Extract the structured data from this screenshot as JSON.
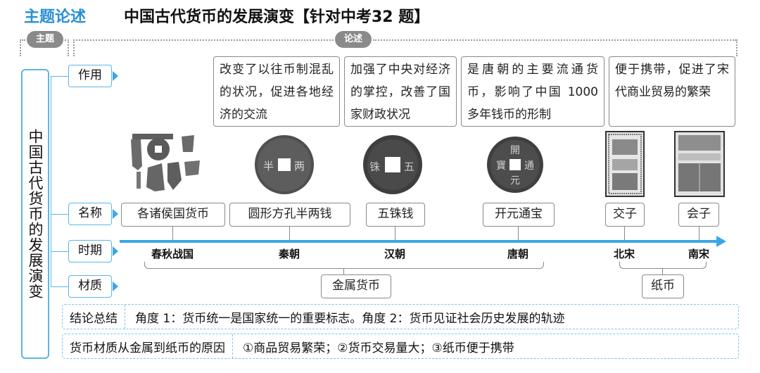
{
  "header": {
    "label": "主题论述",
    "title": "中国古代货币的发展演变【针对中考32 题】"
  },
  "badges": {
    "theme": "主题",
    "argument": "论述"
  },
  "theme": {
    "text": "中国古代货币的发展演变"
  },
  "rows": {
    "function": "作用",
    "name": "名称",
    "period": "时期",
    "material": "材质"
  },
  "functions": [
    "改变了以往币制混乱的状况，促进各地经济的交流",
    "加强了中央对经济的掌控，改善了国家财政状况",
    "是唐朝的主要流通货币，影响了中国 1000 多年钱币的形制",
    "便于携带，促进了宋代商业贸易的繁荣"
  ],
  "names": [
    "各诸侯国货币",
    "圆形方孔半两钱",
    "五铢钱",
    "开元通宝",
    "交子",
    "会子"
  ],
  "periods": [
    "春秋战国",
    "秦朝",
    "汉朝",
    "唐朝",
    "北宋",
    "南宋"
  ],
  "materials": {
    "metal": "金属货币",
    "paper": "纸币"
  },
  "coin_inscriptions": {
    "banliang": [
      "半",
      "两"
    ],
    "wuzhu": [
      "五",
      "铢"
    ],
    "kaiyuan": [
      "開",
      "元",
      "通",
      "寶"
    ]
  },
  "summary": {
    "conclusion_label": "结论总结",
    "conclusion_text": "角度 1：货币统一是国家统一的重要标志。角度 2：货币见证社会历史发展的轨迹",
    "reason_label": "货币材质从金属到纸币的原因",
    "reason_text": "①商品贸易繁荣；②货币交易量大；③纸币便于携带"
  },
  "colors": {
    "accent": "#2a8fd4",
    "box_border": "#5bb6e8",
    "timeline": "#3aa6e6",
    "gray": "#8a8a8a"
  }
}
